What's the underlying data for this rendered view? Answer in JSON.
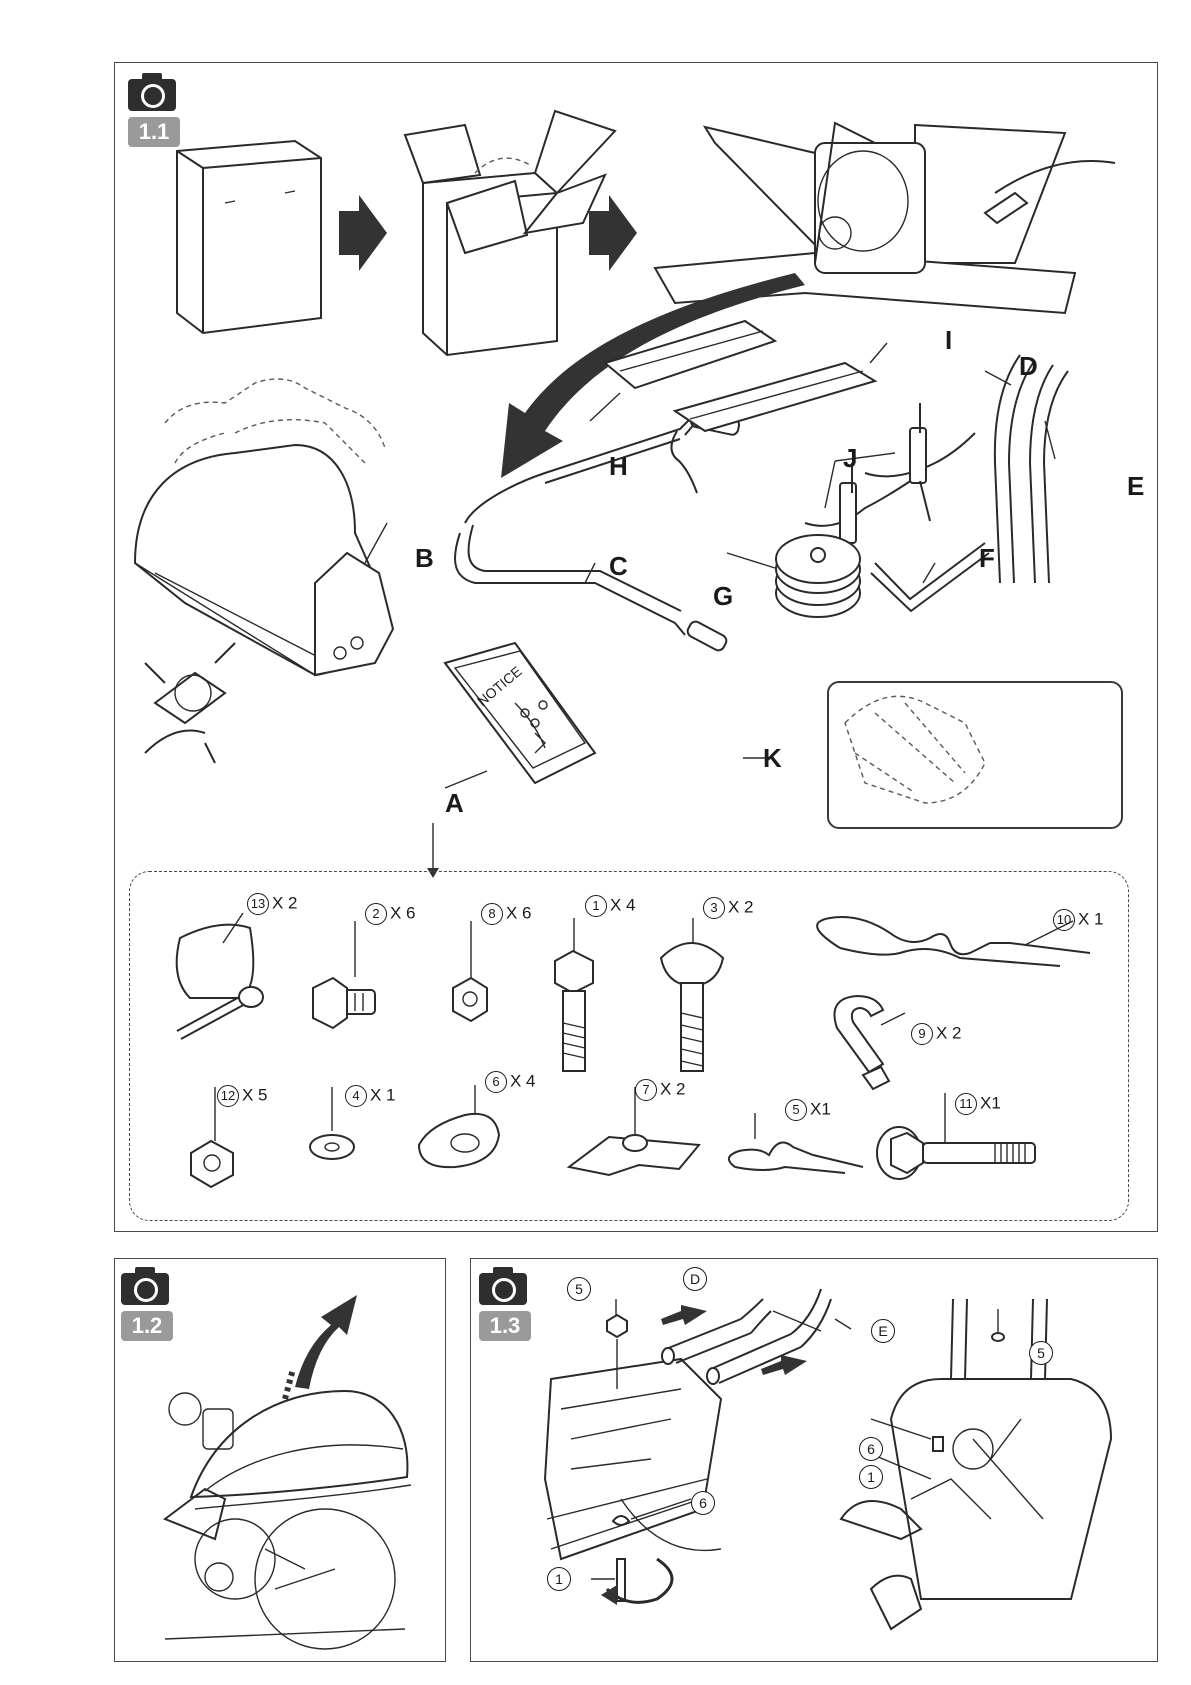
{
  "panels": {
    "p11": {
      "badge": "1.1"
    },
    "p12": {
      "badge": "1.2"
    },
    "p13": {
      "badge": "1.3"
    }
  },
  "parts": {
    "A": "A",
    "B": "B",
    "C": "C",
    "D": "D",
    "E": "E",
    "F": "F",
    "G": "G",
    "H": "H",
    "I": "I",
    "J": "J",
    "K": "K"
  },
  "notice_text": "NOTICE",
  "hardware": [
    {
      "num": "13",
      "qty": "X 2"
    },
    {
      "num": "2",
      "qty": "X 6"
    },
    {
      "num": "8",
      "qty": "X 6"
    },
    {
      "num": "1",
      "qty": "X 4"
    },
    {
      "num": "3",
      "qty": "X 2"
    },
    {
      "num": "10",
      "qty": "X 1"
    },
    {
      "num": "9",
      "qty": "X 2"
    },
    {
      "num": "12",
      "qty": "X 5"
    },
    {
      "num": "4",
      "qty": "X 1"
    },
    {
      "num": "6",
      "qty": "X 4"
    },
    {
      "num": "7",
      "qty": "X 2"
    },
    {
      "num": "5",
      "qty": "X1"
    },
    {
      "num": "11",
      "qty": "X1"
    }
  ],
  "callouts_13": {
    "c5a": "5",
    "cD": "D",
    "cE": "E",
    "c6a": "6",
    "c1a": "1",
    "c5b": "5",
    "c6b": "6",
    "c1b": "1"
  },
  "icons": {
    "camera": "camera-icon",
    "right_arrow": "right-arrow-icon",
    "curved_arrow": "curved-arrow-icon",
    "rotate_arrow": "rotate-arrow-icon"
  }
}
